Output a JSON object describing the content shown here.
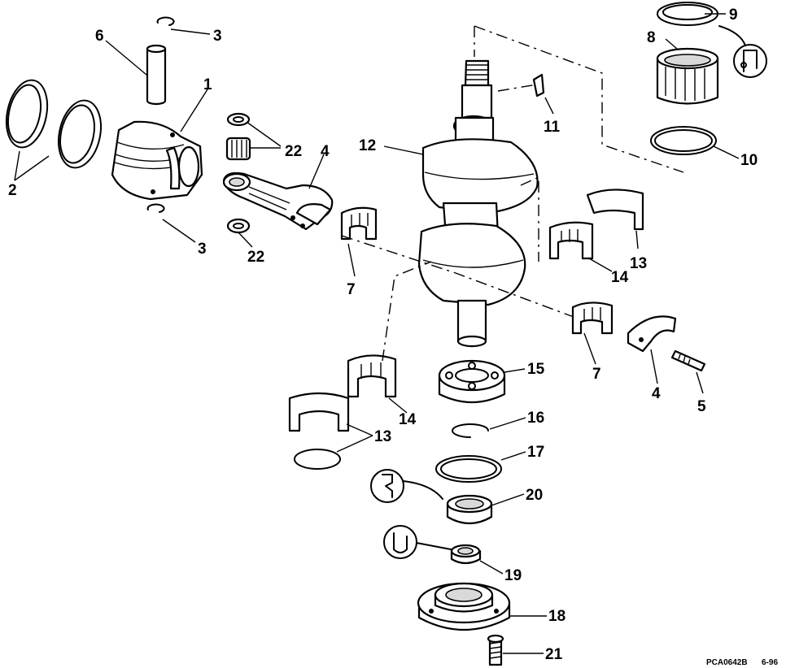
{
  "parts": {
    "p1": "1",
    "p2": "2",
    "p3a": "3",
    "p3b": "3",
    "p4a": "4",
    "p4b": "4",
    "p5": "5",
    "p6": "6",
    "p7a": "7",
    "p7b": "7",
    "p8": "8",
    "p9": "9",
    "p10": "10",
    "p11": "11",
    "p12": "12",
    "p13a": "13",
    "p13b": "13",
    "p14a": "14",
    "p14b": "14",
    "p15": "15",
    "p16": "16",
    "p17": "17",
    "p18": "18",
    "p19": "19",
    "p20": "20",
    "p21": "21",
    "p22a": "22",
    "p22b": "22"
  },
  "footer": {
    "code": "PCA0642B",
    "rev": "6-96"
  },
  "icons": [
    "lubricant-icon-9",
    "sealer-icon-20",
    "sealer-icon-19"
  ]
}
